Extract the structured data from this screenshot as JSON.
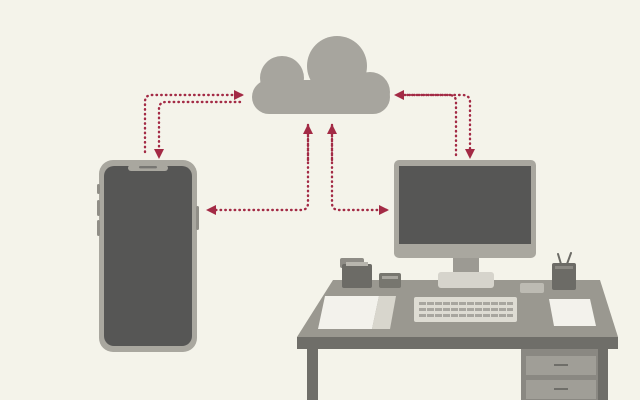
{
  "nodes": [
    {
      "id": "cloud",
      "icon": "cloud-icon"
    },
    {
      "id": "smartphone",
      "icon": "smartphone-icon"
    },
    {
      "id": "desktop-computer",
      "icon": "monitor-icon"
    },
    {
      "id": "desk",
      "icon": "desk-icon"
    }
  ],
  "connections": [
    {
      "from": "smartphone",
      "to": "cloud",
      "style": "dotted",
      "direction": "bidirectional"
    },
    {
      "from": "cloud",
      "to": "smartphone",
      "style": "dotted",
      "direction": "bidirectional"
    },
    {
      "from": "desktop-computer",
      "to": "cloud",
      "style": "dotted",
      "direction": "bidirectional"
    },
    {
      "from": "cloud",
      "to": "desktop-computer",
      "style": "dotted",
      "direction": "bidirectional"
    }
  ],
  "colors": {
    "background": "#f4f3ea",
    "device_gray": "#a9a79f",
    "screen_dark": "#565655",
    "cloud": "#a7a59e",
    "arrow": "#a32a45",
    "desk": "#9a9890"
  }
}
